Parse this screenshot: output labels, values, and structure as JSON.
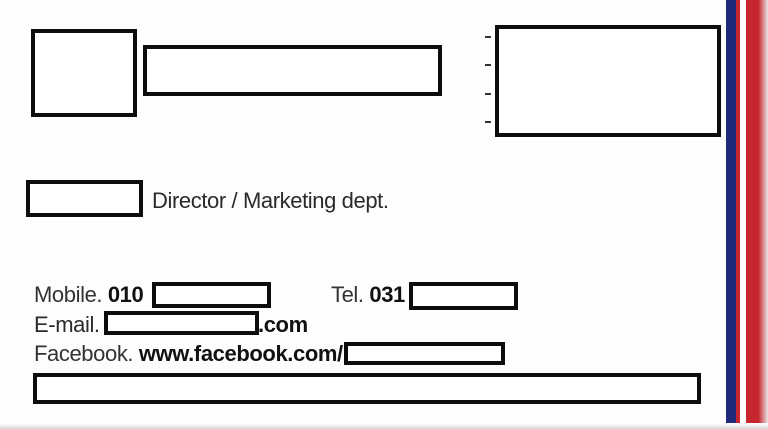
{
  "title_line": "Director / Marketing dept.",
  "contact": {
    "mobile_label": "Mobile.",
    "mobile_prefix": "010",
    "tel_label": "Tel.",
    "tel_prefix": "031",
    "email_label": "E-mail.",
    "email_suffix": ".com",
    "facebook_label": "Facebook.",
    "facebook_prefix": "www.facebook.com/"
  },
  "colors": {
    "stripe_blue": "#1f2a7a",
    "stripe_red": "#c8262e",
    "redaction_border": "#0d0d0d"
  }
}
